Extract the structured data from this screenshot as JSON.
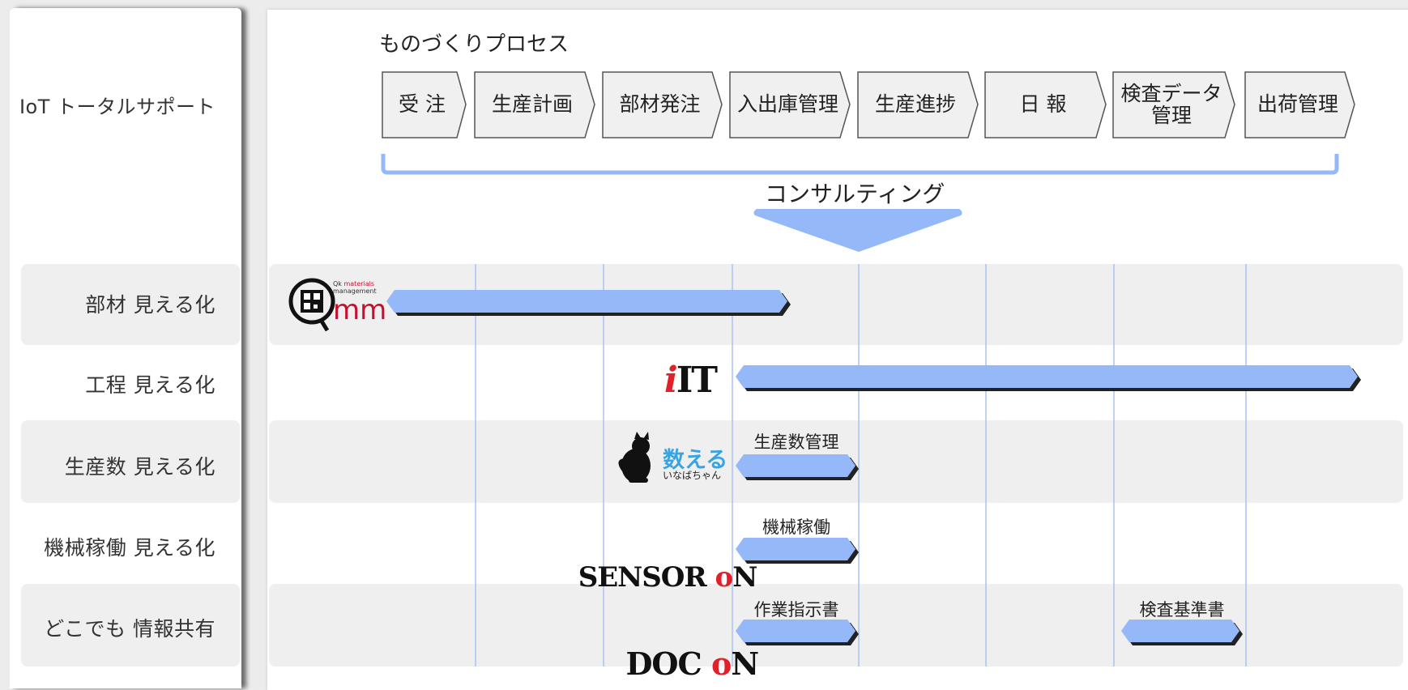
{
  "process": {
    "title": "ものづくりプロセス",
    "steps": [
      "受 注",
      "生産計画",
      "部材発注",
      "入出庫管理",
      "生産進捗",
      "日 報",
      "検査データ\n管理",
      "出荷管理"
    ]
  },
  "consulting": {
    "label": "コンサルティング"
  },
  "rows": {
    "iot": "IoT トータルサポート",
    "buzai": "部材 見える化",
    "koutei": "工程 見える化",
    "seisansu": "生産数 見える化",
    "kikai": "機械稼働 見える化",
    "dokodemo": "どこでも 情報共有"
  },
  "products": {
    "qmm": {
      "name": "mm",
      "prefix": "Q",
      "sub_q": "Qk",
      "sub_materials": "materials",
      "sub_management": "management"
    },
    "iit": {
      "name": "IT",
      "prefix": "i"
    },
    "kazoeru": {
      "name": "数える",
      "sub": "いなばちゃん"
    },
    "sensoron": {
      "name_a": "SENSOR ",
      "name_o": "o",
      "name_b": "N"
    },
    "docon": {
      "name_a": "DOC ",
      "name_o": "o",
      "name_b": "N"
    }
  },
  "bar_labels": {
    "seisansu_kanri": "生産数管理",
    "kikai_kadou": "機械稼働",
    "sagyou_shijisho": "作業指示書",
    "kensa_kijunsho": "検査基準書"
  },
  "colors": {
    "bar": "#94b8f8",
    "bar_shadow": "#222222",
    "grid": "#a9c4f5",
    "band": "#efefef"
  }
}
